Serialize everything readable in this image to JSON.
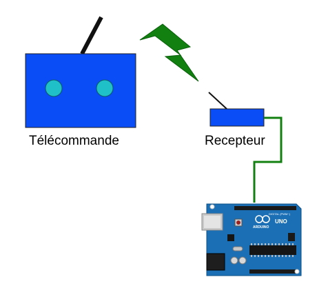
{
  "remote": {
    "label": "Télécommande",
    "body_color": "#0a4cf5",
    "button_color": "#20c0c8",
    "antenna_color": "#111111"
  },
  "signal": {
    "icon": "lightning-bolt-icon",
    "color": "#118011"
  },
  "receiver": {
    "label": "Recepteur",
    "body_color": "#0a4cf5",
    "antenna_color": "#111111"
  },
  "wire": {
    "color": "#118011"
  },
  "board": {
    "icon": "arduino-uno-board",
    "logo_text": "ARDUINO",
    "model_text": "UNO",
    "header_text": "DIGITAL (PWM~)",
    "color": "#1b6fb5"
  }
}
